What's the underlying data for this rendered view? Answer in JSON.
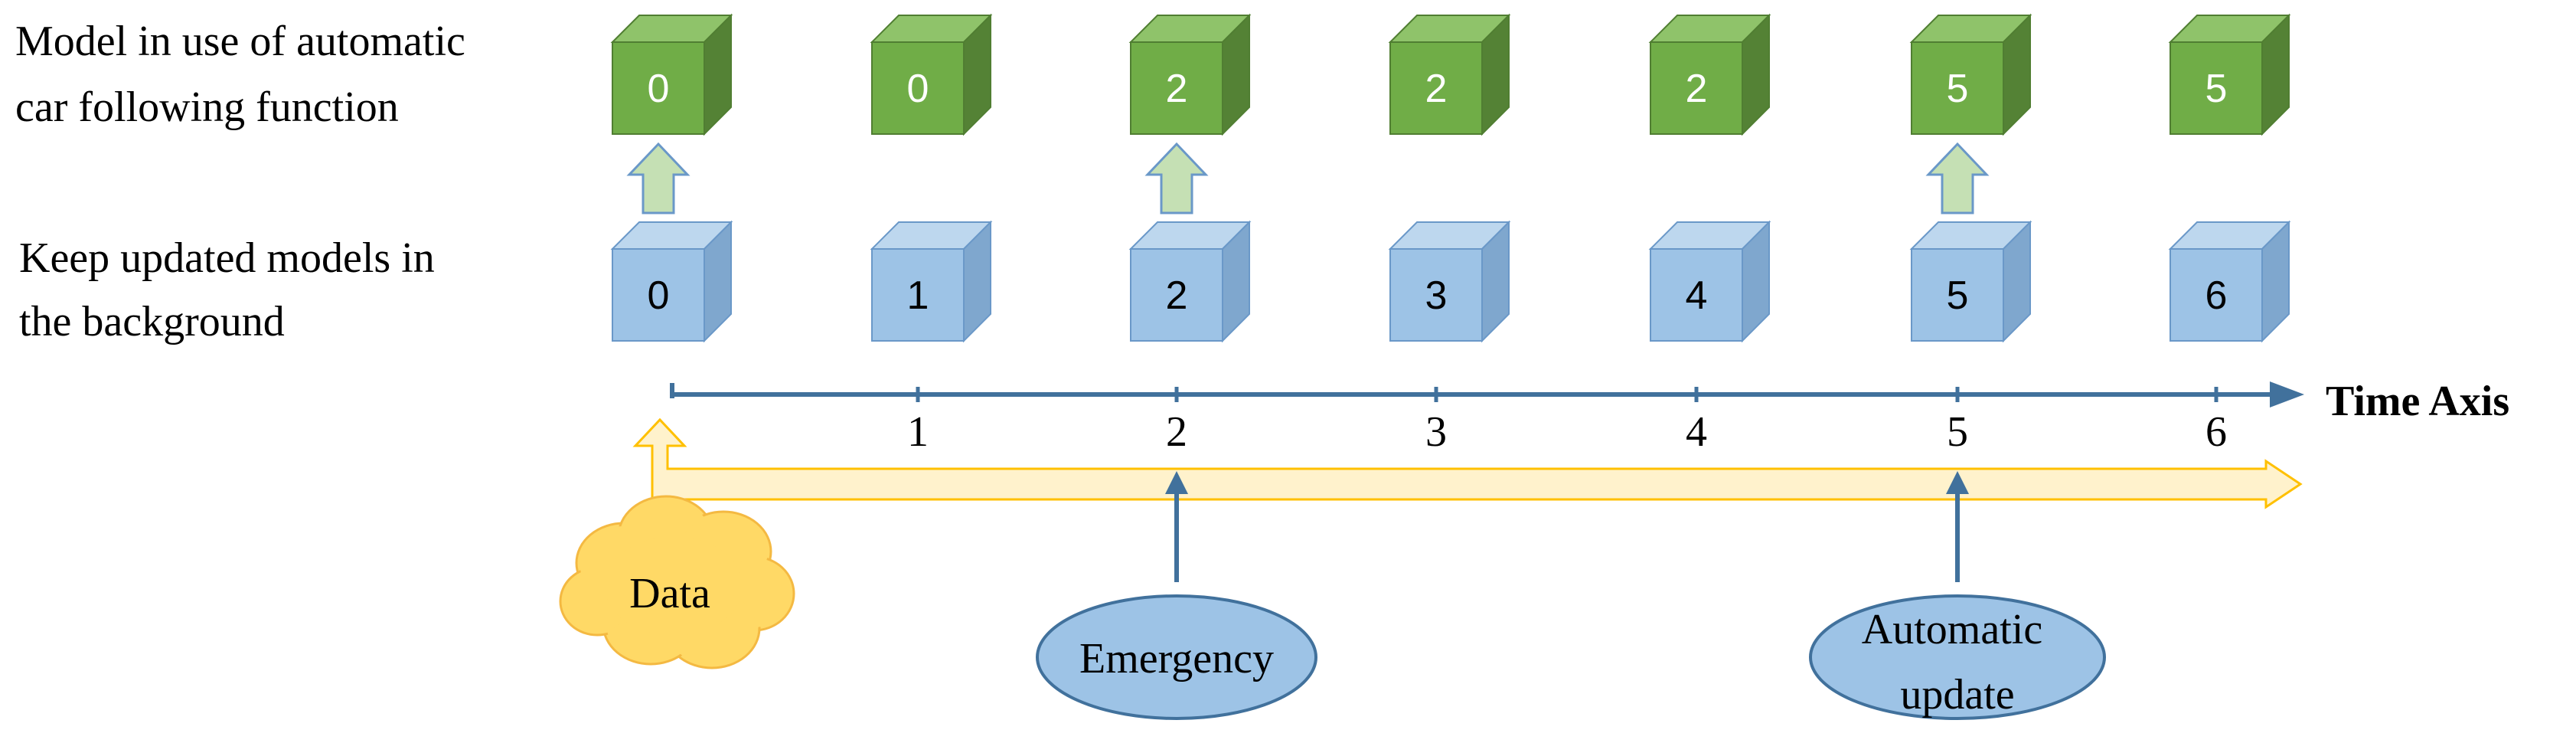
{
  "labels": {
    "top_row": [
      "Model in use of automatic",
      "car following function"
    ],
    "bottom_row": [
      "Keep updated models in",
      "the background"
    ]
  },
  "axis": {
    "title": "Time Axis",
    "ticks": [
      "1",
      "2",
      "3",
      "4",
      "5",
      "6"
    ]
  },
  "model_in_use": [
    "0",
    "0",
    "2",
    "2",
    "2",
    "5",
    "5"
  ],
  "background_models": [
    "0",
    "1",
    "2",
    "3",
    "4",
    "5",
    "6"
  ],
  "promotion_steps": [
    "0",
    "2",
    "5"
  ],
  "events": {
    "data": "Data",
    "emergency": "Emergency",
    "automatic_update": [
      "Automatic",
      "update"
    ]
  },
  "colors": {
    "green_front": "#70AD47",
    "green_top": "#8FC36A",
    "green_side": "#548235",
    "blue_front": "#9DC3E6",
    "blue_top": "#BDD7EE",
    "blue_side": "#7FA7CE",
    "cube_edge_green": "#507E32",
    "cube_edge_blue": "#6A98C8",
    "axis": "#41719C",
    "data_yellow": "#FFD966",
    "data_stroke": "#F4B942",
    "arrow_yellow": "#FFF2CC",
    "up_arrow_green": "#C5E0B4",
    "ellipse_fill": "#9DC3E6",
    "ellipse_stroke": "#41719C"
  }
}
